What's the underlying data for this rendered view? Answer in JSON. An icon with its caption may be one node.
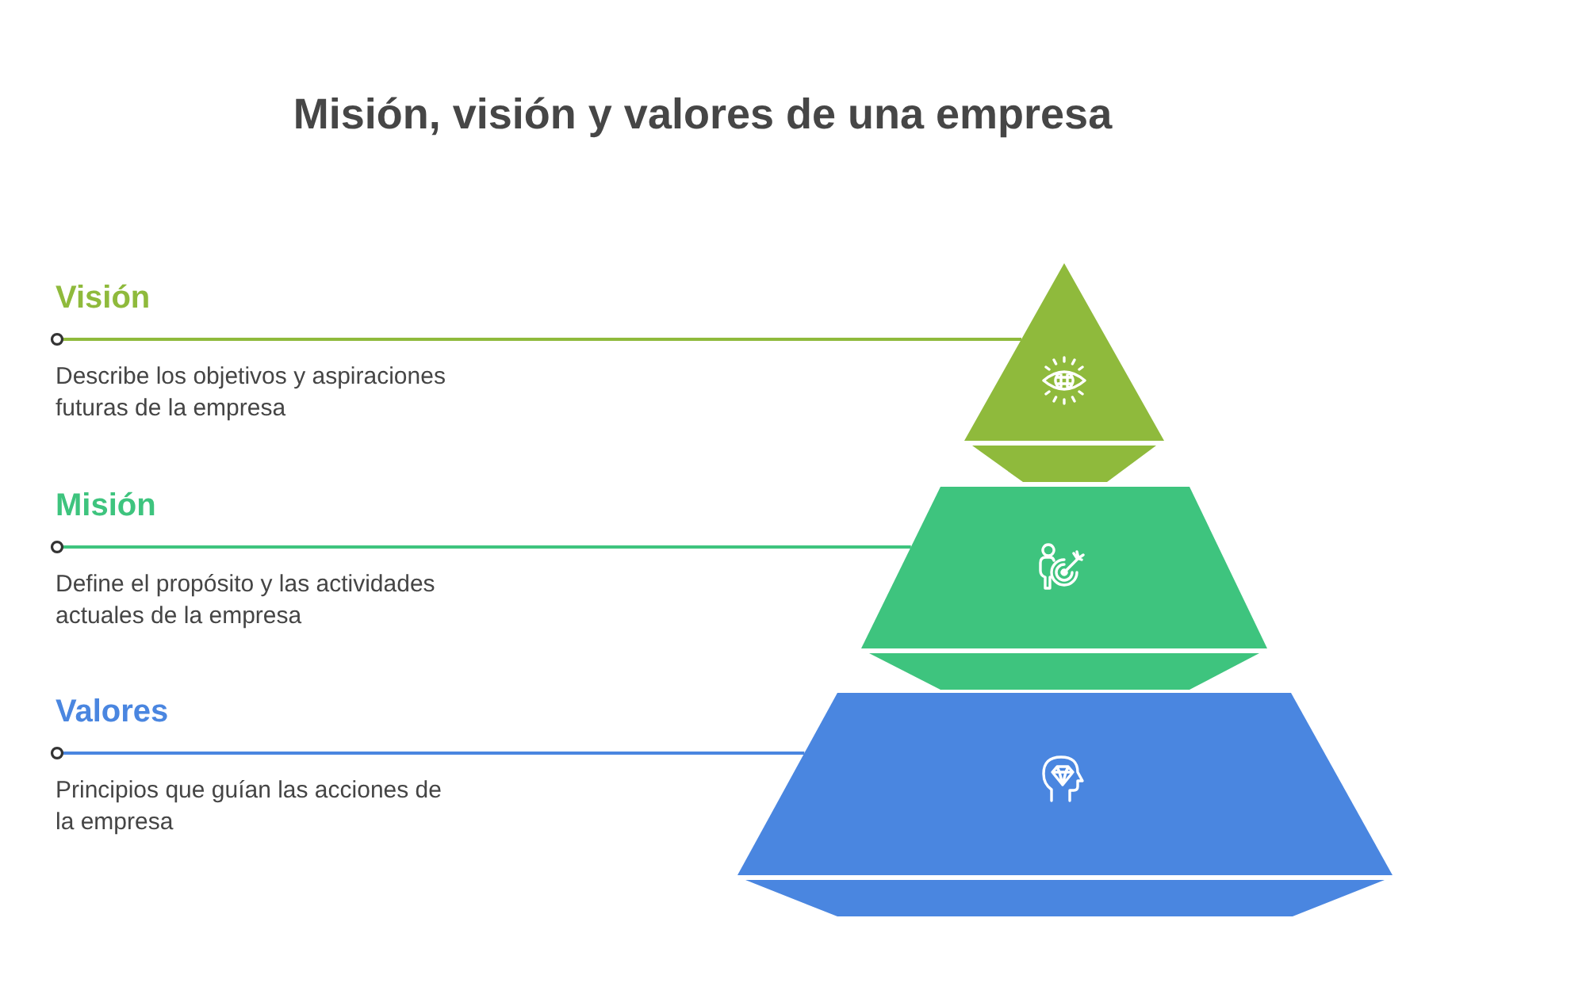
{
  "diagram": {
    "title": "Misión, visión y valores de una empresa",
    "nodes": [
      {
        "text": [
          "Visión",
          "Describe los objetivos y aspiraciones futuras de la empresa"
        ]
      },
      {
        "text": [],
        "shape": "triangle"
      },
      {
        "text": [
          "Misión",
          "Define el propósito y las actividades actuales de la empresa"
        ]
      },
      {
        "text": [],
        "shape": "trapezoid"
      },
      {
        "text": [
          "Valores",
          "Principios que guían las acciones de la empresa"
        ]
      },
      {
        "text": [],
        "shape": "trapezoid"
      }
    ],
    "edges": [
      {
        "from": 0,
        "to": 1,
        "arrow": "other",
        "color": "#8fba3c"
      },
      {
        "from": 2,
        "to": 3,
        "arrow": "other",
        "color": "#3ec47e"
      },
      {
        "from": 4,
        "to": 5,
        "arrow": "other",
        "color": "#4a86e0"
      }
    ]
  }
}
